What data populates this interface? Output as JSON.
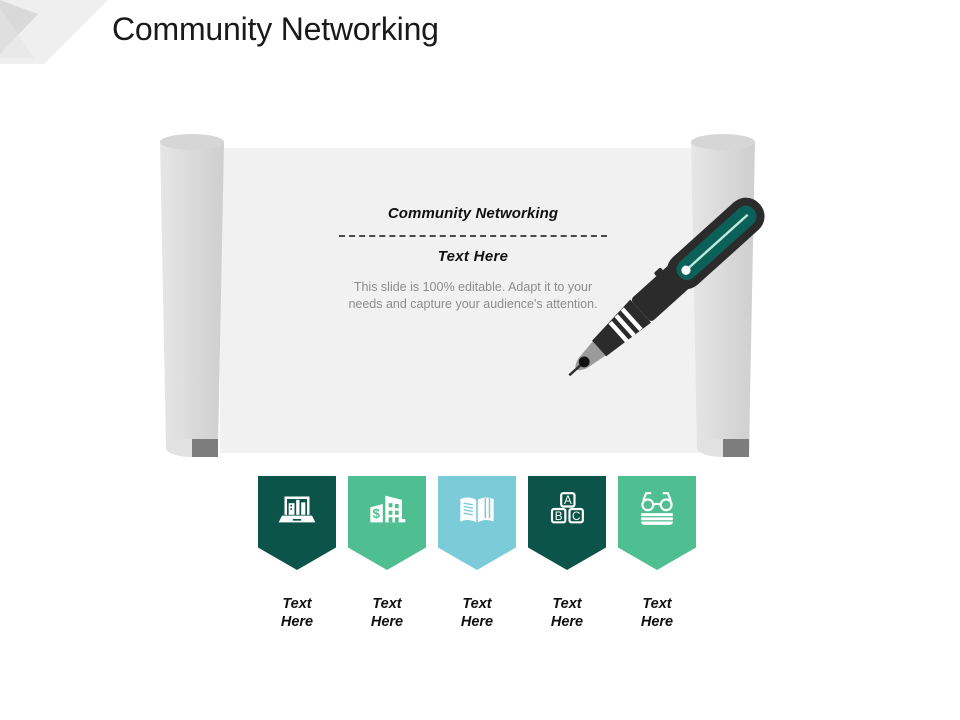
{
  "slide": {
    "title": "Community Networking",
    "background_color": "#ffffff"
  },
  "corner_decoration": {
    "name": "folded-corner",
    "light_gray": "#efefef",
    "mid_gray": "#e0e0e0",
    "dark_gray": "#d2d2d2"
  },
  "scroll": {
    "sheet_color": "#f1f1f1",
    "roll_color": "#dcdcdc",
    "roll_shadow_color": "#7d7d7d",
    "heading": "Community Networking",
    "subheading": "Text Here",
    "body": "This slide is 100% editable. Adapt it to your needs and capture your audience's attention.",
    "divider_style": "dashed"
  },
  "pen": {
    "name": "fountain-pen",
    "body_color": "#2b2b2b",
    "body_dark": "#1c1c1c",
    "cap_accent_color": "#0b6158",
    "cap_highlight_color": "#bfe9e3",
    "ring_color": "#ffffff",
    "nib_color": "#9b9b9b",
    "nib_dark": "#111111"
  },
  "badges": [
    {
      "label": "Text\nHere",
      "color": "#0c5449",
      "icon": "laptop-buildings-icon",
      "icon_color": "#ffffff"
    },
    {
      "label": "Text\nHere",
      "color": "#4fbe91",
      "icon": "bank-building-dollar-icon",
      "icon_color": "#ffffff"
    },
    {
      "label": "Text\nHere",
      "color": "#7bcbd8",
      "icon": "open-book-icon",
      "icon_color": "#ffffff"
    },
    {
      "label": "Text\nHere",
      "color": "#0c5449",
      "icon": "abc-blocks-icon",
      "icon_color": "#ffffff"
    },
    {
      "label": "Text\nHere",
      "color": "#4fbe91",
      "icon": "glasses-books-icon",
      "icon_color": "#ffffff"
    }
  ]
}
